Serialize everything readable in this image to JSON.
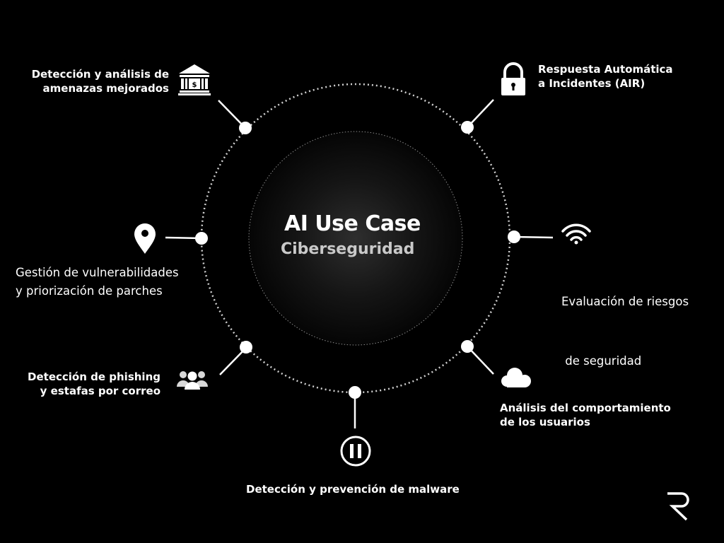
{
  "center": {
    "title": "AI Use Case",
    "subtitle": "Ciberseguridad"
  },
  "colors": {
    "background": "#000000",
    "foreground": "#ffffff",
    "subtitle": "#c9c9c9"
  },
  "nodes": [
    {
      "id": "threat-detection",
      "icon": "bank-icon",
      "lines": [
        "Detección y análisis de",
        "amenazas mejorados"
      ]
    },
    {
      "id": "automated-response",
      "icon": "lock-icon",
      "lines": [
        "Respuesta Automática",
        "a Incidentes (AIR)"
      ]
    },
    {
      "id": "vulnerability-management",
      "icon": "map-pin-icon",
      "lines": [
        "Gestión de vulnerabilidades",
        "y priorización de parches"
      ]
    },
    {
      "id": "risk-assessment",
      "icon": "wifi-icon",
      "lines": [
        "Evaluación de riesgos",
        " de seguridad"
      ]
    },
    {
      "id": "phishing-detection",
      "icon": "users-icon",
      "lines": [
        "Detección de phishing",
        "y estafas por correo"
      ]
    },
    {
      "id": "user-behavior",
      "icon": "cloud-icon",
      "lines": [
        "Análisis del comportamiento",
        "de los usuarios"
      ]
    },
    {
      "id": "malware-detection",
      "icon": "pause-circle-icon",
      "lines": [
        "Detección y prevención de malware"
      ]
    }
  ],
  "logo": {
    "icon": "r-logo-icon"
  }
}
